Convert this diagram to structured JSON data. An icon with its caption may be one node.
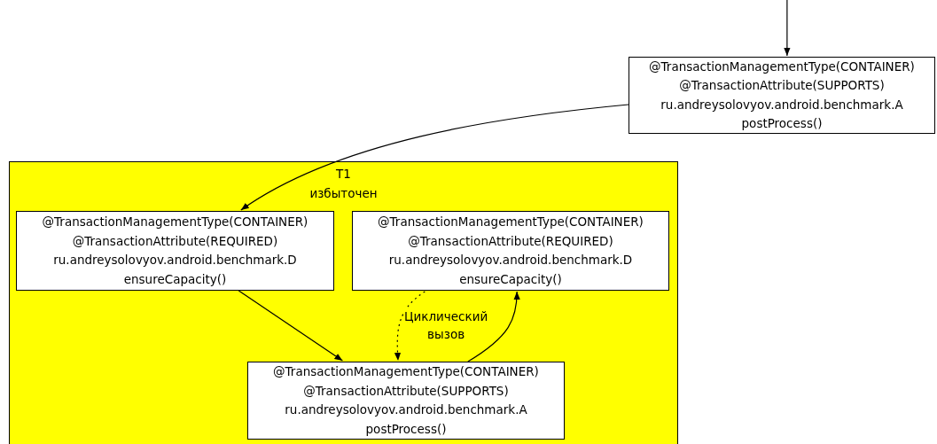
{
  "diagram": {
    "nodes": [
      {
        "text": [
          "@TransactionManagementType(CONTAINER) @TransactionAttribute(SUPPORTS) ru.andreysolovyov.android.benchmark.A postProcess()"
        ]
      },
      {
        "text": [
          "T1 избыточен"
        ]
      },
      {
        "text": [
          "@TransactionManagementType(CONTAINER) @TransactionAttribute(REQUIRED) ru.andreysolovyov.android.benchmark.D ensureCapacity()"
        ],
        "in": 1
      },
      {
        "text": [
          "@TransactionManagementType(CONTAINER) @TransactionAttribute(REQUIRED) ru.andreysolovyov.android.benchmark.D ensureCapacity()"
        ],
        "in": 1
      },
      {
        "text": [
          "@TransactionManagementType(CONTAINER) @TransactionAttribute(SUPPORTS) ru.andreysolovyov.android.benchmark.A postProcess()"
        ],
        "in": 1
      }
    ],
    "edges": [
      {
        "from": null,
        "to": 0,
        "arrow": "to"
      },
      {
        "from": 0,
        "to": 2,
        "arrow": "to"
      },
      {
        "from": 2,
        "to": 4,
        "arrow": "to"
      },
      {
        "from": 3,
        "to": 4,
        "arrow": "to",
        "style": "dashed",
        "label": "Циклический вызов"
      },
      {
        "from": 4,
        "to": 3,
        "arrow": "to"
      }
    ]
  }
}
